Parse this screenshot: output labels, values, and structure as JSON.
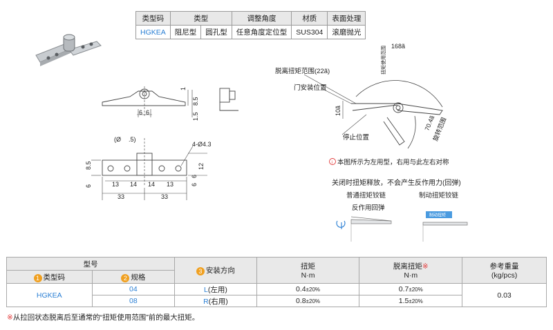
{
  "spec_table": {
    "headers": [
      "类型码",
      "类型",
      "调整角度",
      "材质",
      "表面处理"
    ],
    "row": {
      "code": "HGKEA",
      "type1": "阻尼型",
      "type2": "圆孔型",
      "angle": "任意角度定位型",
      "material": "SUS304",
      "finish": "滚磨抛光"
    }
  },
  "front_view": {
    "dims": [
      "6",
      "6",
      "1",
      "8.5",
      "1.5"
    ]
  },
  "top_view": {
    "dims_top": [
      "(Ø",
      ".5)",
      "4-Ø4.3"
    ],
    "dims_left": [
      "8.5",
      "6"
    ],
    "dims_right": [
      "12",
      "6",
      "6"
    ],
    "dims_bottom_small": [
      "13",
      "14",
      "14",
      "13"
    ],
    "dims_bottom_big": [
      "33",
      "33"
    ]
  },
  "angle_diagram": {
    "range_label": "脱离扭矩范围(22ã)",
    "door_label": "门安装位置",
    "stop_label": "停止位置",
    "top_angle": "168ã",
    "torque_range_label": "扭矩使用范围",
    "rotation_angle": "70.4ã",
    "rotation_label": "旋转范围",
    "small_angle": "10ã",
    "note_icon": "info-icon",
    "note_text": "本图所示为左用型，右用与此左右对称"
  },
  "behavior": {
    "title": "关闭时扭矩释放，不会产生反作用力(回弹)",
    "left_title": "普通扭矩铰链",
    "left_sub": "反作用回弹",
    "right_title": "制动扭矩铰链",
    "right_tag": "制动扭矩"
  },
  "model_table": {
    "header_model": "型号",
    "header_code": "类型码",
    "header_size": "规格",
    "header_mount": "安装方向",
    "header_torque": "扭矩",
    "header_torque_unit": "N·m",
    "header_release": "脱离扭矩",
    "header_release_mark": "※",
    "header_release_unit": "N·m",
    "header_weight": "参考重量",
    "header_weight_unit": "(kg/pcs)",
    "num1": "1",
    "num2": "2",
    "num3": "3",
    "code": "HGKEA",
    "size1": "04",
    "size2": "08",
    "mount_l_letter": "L",
    "mount_l_text": "(左用)",
    "mount_r_letter": "R",
    "mount_r_text": "(右用)",
    "torque1": "0.4",
    "torque1_tol": "±20%",
    "torque2": "0.8",
    "torque2_tol": "±20%",
    "release1": "0.7",
    "release1_tol": "±20%",
    "release2": "1.5",
    "release2_tol": "±20%",
    "weight": "0.03"
  },
  "footnote": {
    "mark": "※",
    "text": "从拉回状态脱离后至通常的“扭矩使用范围”前的最大扭矩。"
  },
  "colors": {
    "accent_blue": "#2a7fd4",
    "accent_orange": "#f0a020",
    "accent_red": "#e23b3b"
  }
}
